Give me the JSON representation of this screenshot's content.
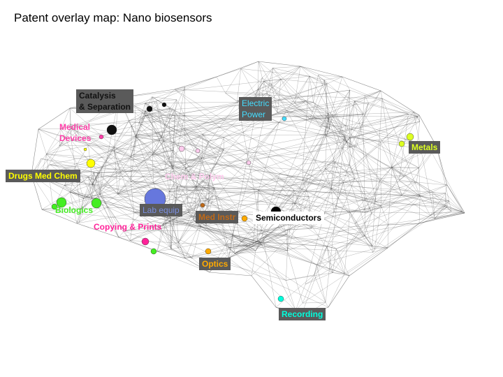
{
  "title": "Patent overlay map: Nano biosensors",
  "colors": {
    "edge": "#3c3c3c",
    "label_box": "#5a5a5a",
    "catalysis": "#111111",
    "medical": "#ff3fa9",
    "drugs": "#ffff00",
    "biologics": "#44ee22",
    "lab_equip": "#6677dd",
    "copying": "#ff2299",
    "chem_polym": "#ffccee",
    "med_instr": "#c06a18",
    "semiconductors": "#000000",
    "electric_power": "#44ddff",
    "metals": "#ddff22",
    "optics": "#ffaa00",
    "recording": "#00ffdd"
  },
  "labels": {
    "catalysis": "Catalysis\n& Separation",
    "medical": "Medical\nDevices",
    "drugs": "Drugs Med Chem",
    "biologics": "Biologics",
    "lab_equip": "Lab equip",
    "copying": "Copying  & Prints",
    "chem_polym": "Chem & Polym",
    "med_instr": "Med Instr",
    "semiconductors": "Semiconductors",
    "electric_power": "Electric\nPower",
    "metals": "Metals",
    "optics": "Optics",
    "recording": "Recording"
  }
}
